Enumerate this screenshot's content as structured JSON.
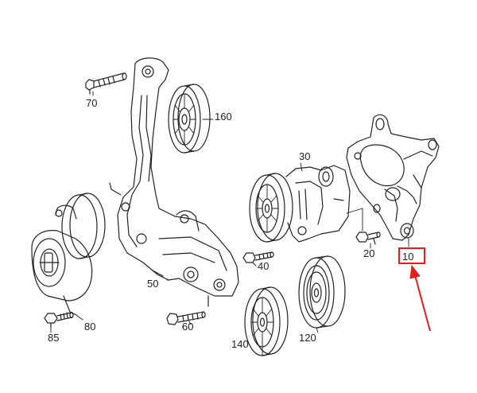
{
  "diagram": {
    "labels": {
      "p70": "70",
      "p160": "160",
      "p30": "30",
      "p40": "40",
      "p20": "20",
      "p10": "10",
      "p50": "50",
      "p60": "60",
      "p80": "80",
      "p85": "85",
      "p120": "120",
      "p140": "140"
    },
    "highlight": {
      "part": "10",
      "color": "#e0201b"
    },
    "colors": {
      "line": "#222222",
      "highlight": "#e0201b"
    }
  }
}
